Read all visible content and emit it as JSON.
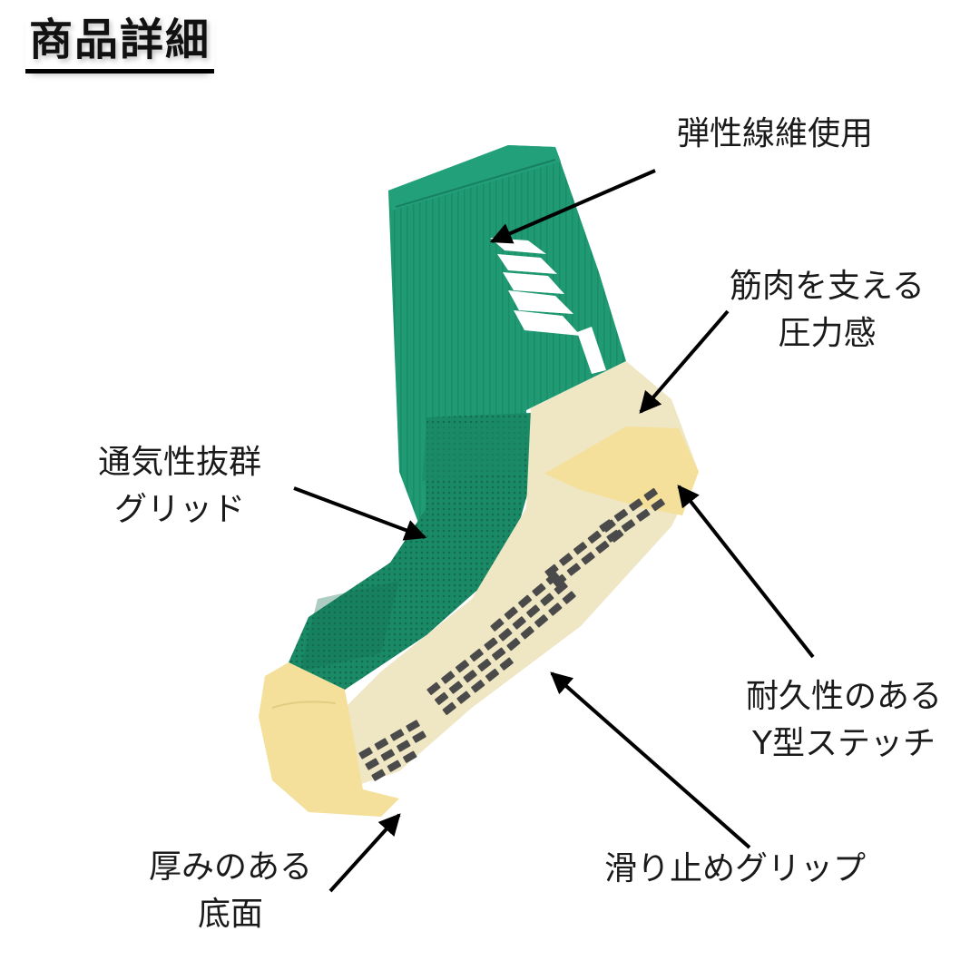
{
  "title": "商品詳細",
  "colors": {
    "sock_green": "#1f9a72",
    "sock_green_dark": "#157a58",
    "sock_beige": "#efe6c4",
    "sock_yellow": "#f4e09a",
    "grip_gray": "#4a4a4a",
    "stripe_white": "#ffffff",
    "arrow": "#000000"
  },
  "callouts": [
    {
      "id": "elastic",
      "lines": [
        "弾性線維使用"
      ]
    },
    {
      "id": "compression",
      "lines": [
        "筋肉を支える",
        "圧力感"
      ]
    },
    {
      "id": "ventilation",
      "lines": [
        "通気性抜群",
        "グリッド"
      ]
    },
    {
      "id": "stitch",
      "lines": [
        "耐久性のある",
        "Y型ステッチ"
      ]
    },
    {
      "id": "cushion",
      "lines": [
        "厚みのある",
        "底面"
      ]
    },
    {
      "id": "grip",
      "lines": [
        "滑り止めグリップ"
      ]
    }
  ]
}
